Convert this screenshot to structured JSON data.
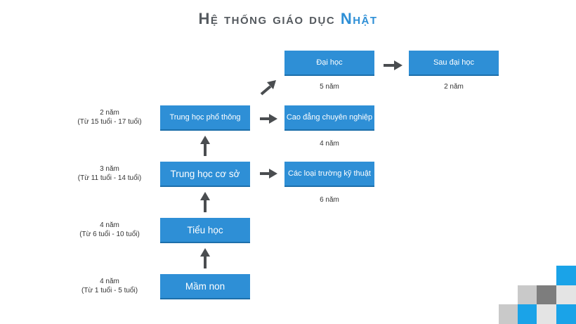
{
  "title": {
    "main": "Hệ thống giáo dục",
    "highlight": "Nhật"
  },
  "boxes": {
    "mam_non": "Mầm non",
    "tieu_hoc": "Tiểu học",
    "thcs": "Trung học cơ sở",
    "thpt": "Trung học phổ thông",
    "dai_hoc": "Đại học",
    "sau_dai_hoc": "Sau đại học",
    "cao_dang": "Cao đẳng chuyên nghiệp",
    "truong_ky_thuat": "Các loại trường kỹ thuật"
  },
  "durations": {
    "dai_hoc": "5 năm",
    "sau_dai_hoc": "2 năm",
    "cao_dang": "4 năm",
    "truong_ky_thuat": "6 năm"
  },
  "left_labels": {
    "thpt": {
      "years": "2 năm",
      "ages": "(Từ 15 tuổi - 17 tuổi)"
    },
    "thcs": {
      "years": "3 năm",
      "ages": "(Từ 11 tuổi - 14 tuổi)"
    },
    "tieu_hoc": {
      "years": "4 năm",
      "ages": "(Từ 6 tuổi - 10 tuổi)"
    },
    "mam_non": {
      "years": "4 năm",
      "ages": "(Từ 1 tuổi - 5 tuổi)"
    }
  },
  "colors": {
    "accent": "#2e8fd6",
    "arrow": "#4a4d50",
    "title": "#555a5f"
  }
}
